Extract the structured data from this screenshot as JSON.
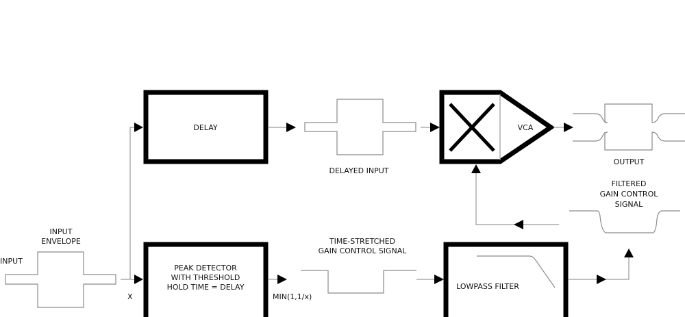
{
  "diagram": {
    "title": "Look-ahead limiter block diagram",
    "blocks": {
      "delay": {
        "label": "DELAY"
      },
      "peak_detector": {
        "lines": [
          "PEAK DETECTOR",
          "WITH THRESHOLD",
          "HOLD TIME = DELAY"
        ]
      },
      "lowpass": {
        "label": "LOWPASS FILTER"
      },
      "vca": {
        "label": "VCA",
        "multiplier_symbol": "multiply-x-icon"
      }
    },
    "labels": {
      "input": "INPUT",
      "input_envelope": [
        "INPUT",
        "ENVELOPE"
      ],
      "x": "X",
      "delayed_input": "DELAYED INPUT",
      "min_expr": "MIN(1,1/x)",
      "time_stretched": [
        "TIME-STRETCHED",
        "GAIN CONTROL SIGNAL"
      ],
      "filtered_gain": [
        "FILTERED",
        "GAIN CONTROL",
        "SIGNAL"
      ],
      "output": "OUTPUT"
    }
  }
}
